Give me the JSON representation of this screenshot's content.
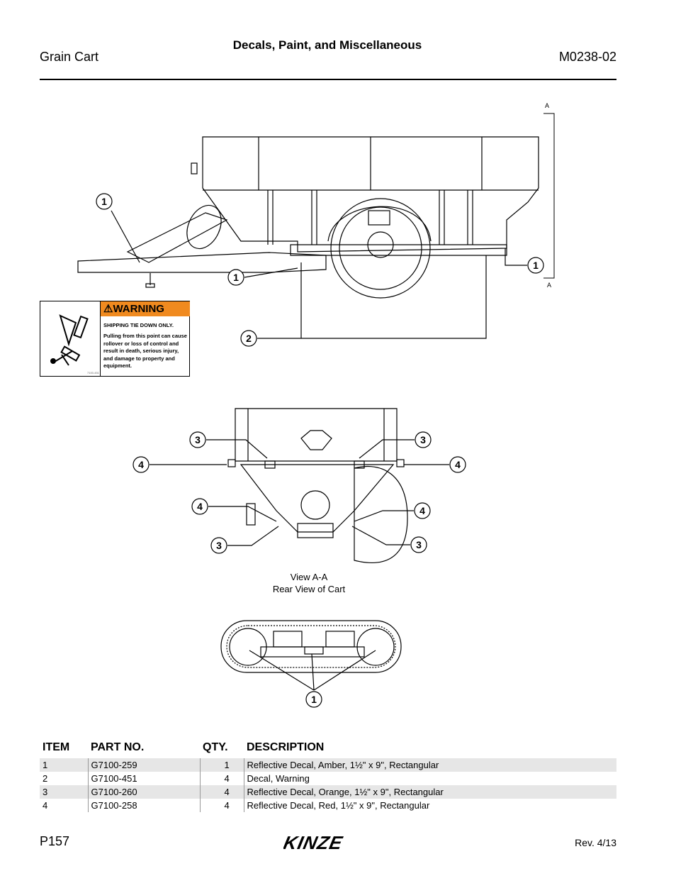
{
  "header": {
    "title": "Decals, Paint, and Miscellaneous",
    "left": "Grain Cart",
    "right": "M0238-02"
  },
  "figure": {
    "section_marks": [
      "A",
      "A"
    ],
    "side_callouts": [
      "1",
      "1",
      "1",
      "2"
    ],
    "rear_callouts": [
      "3",
      "3",
      "4",
      "4",
      "4",
      "4",
      "3",
      "3"
    ],
    "track_callouts": [
      "1"
    ],
    "caption_line1": "View A-A",
    "caption_line2": "Rear View of Cart"
  },
  "decal": {
    "header": "WARNING",
    "line1": "SHIPPING TIE DOWN ONLY.",
    "body": "Pulling from this point can cause rollover or loss of control and result in death, serious injury, and damage to property and equipment.",
    "code": "7100-451",
    "header_color": "#f08a1f"
  },
  "table": {
    "headers": [
      "ITEM",
      "PART NO.",
      "QTY.",
      "DESCRIPTION"
    ],
    "rows": [
      [
        "1",
        "G7100-259",
        "1",
        "Reflective Decal, Amber, 1½\" x 9\", Rectangular"
      ],
      [
        "2",
        "G7100-451",
        "4",
        "Decal, Warning"
      ],
      [
        "3",
        "G7100-260",
        "4",
        "Reflective Decal, Orange, 1½\" x 9\", Rectangular"
      ],
      [
        "4",
        "G7100-258",
        "4",
        "Reflective Decal, Red, 1½\" x 9\", Rectangular"
      ]
    ]
  },
  "footer": {
    "page": "P157",
    "brand": "KINZE",
    "rev": "Rev. 4/13"
  }
}
